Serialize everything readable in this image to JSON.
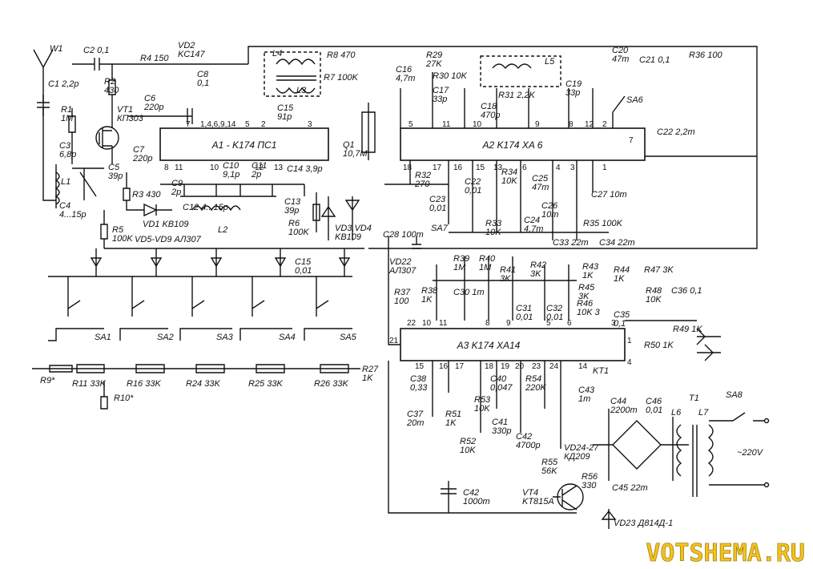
{
  "diagram": {
    "ics": [
      {
        "id": "a1",
        "label": "A1 - K174 ПС1"
      },
      {
        "id": "a2",
        "label": "A2 K174 XA 6"
      },
      {
        "id": "a3",
        "label": "A3  K174 XA14"
      }
    ],
    "pins": {
      "a1_top": [
        "7",
        "1,4,6,9,14",
        "5",
        "2",
        "3"
      ],
      "a1_bottom": [
        "8",
        "11",
        "10",
        "12",
        "13"
      ],
      "a2_top": [
        "5",
        "11",
        "10",
        "9",
        "8",
        "12",
        "2"
      ],
      "a2_right": [
        "7"
      ],
      "a2_bottom": [
        "18",
        "17",
        "16",
        "15",
        "13",
        "6",
        "4",
        "3",
        "1"
      ],
      "a3_top": [
        "22",
        "10",
        "11",
        "8",
        "9",
        "5",
        "6",
        "3"
      ],
      "a3_left": [
        "21"
      ],
      "a3_right": [
        "1",
        "4"
      ],
      "a3_bottom": [
        "15",
        "16",
        "17",
        "18",
        "19",
        "20",
        "23",
        "24",
        "14"
      ]
    },
    "components": [
      {
        "id": "w1",
        "label": "W1"
      },
      {
        "id": "c1",
        "label": "C1 2,2p"
      },
      {
        "id": "r1",
        "label": "R1\n1M"
      },
      {
        "id": "c2",
        "label": "C2 0,1"
      },
      {
        "id": "r2",
        "label": "R2\n430"
      },
      {
        "id": "vt1",
        "label": "VT1\nКП303"
      },
      {
        "id": "c3",
        "label": "C3\n6,8p"
      },
      {
        "id": "l1",
        "label": "L1"
      },
      {
        "id": "c4",
        "label": "C4\n4...15p"
      },
      {
        "id": "c5",
        "label": "C5\n39p"
      },
      {
        "id": "r3",
        "label": "R3 430"
      },
      {
        "id": "vd1",
        "label": "VD1 KB109"
      },
      {
        "id": "r4",
        "label": "R4 150"
      },
      {
        "id": "vd2",
        "label": "VD2\nKC147"
      },
      {
        "id": "c8",
        "label": "C8\n0,1"
      },
      {
        "id": "c6",
        "label": "C6\n220p"
      },
      {
        "id": "c7",
        "label": "C7\n220p"
      },
      {
        "id": "c9",
        "label": "C9\n2p"
      },
      {
        "id": "c10",
        "label": "C10\n9,1p"
      },
      {
        "id": "c11",
        "label": "C11\n2p"
      },
      {
        "id": "c12",
        "label": "C12 4...15p"
      },
      {
        "id": "l2",
        "label": "L2"
      },
      {
        "id": "c13",
        "label": "C13\n39p"
      },
      {
        "id": "c14",
        "label": "C14 3,9p"
      },
      {
        "id": "l4",
        "label": "L4"
      },
      {
        "id": "l3",
        "label": "L3"
      },
      {
        "id": "c15a",
        "label": "C15\n91p"
      },
      {
        "id": "r8",
        "label": "R8 470"
      },
      {
        "id": "r7",
        "label": "R7 100K"
      },
      {
        "id": "q1",
        "label": "Q1\n10,7M"
      },
      {
        "id": "r6",
        "label": "R6\n100K"
      },
      {
        "id": "vd34",
        "label": "VD3,VD4\nKB109"
      },
      {
        "id": "r5",
        "label": "R5\n100K"
      },
      {
        "id": "vd59",
        "label": "VD5-VD9 АЛ307"
      },
      {
        "id": "c15b",
        "label": "C15\n0,01"
      },
      {
        "id": "sa1",
        "label": "SA1"
      },
      {
        "id": "sa2",
        "label": "SA2"
      },
      {
        "id": "sa3",
        "label": "SA3"
      },
      {
        "id": "sa4",
        "label": "SA4"
      },
      {
        "id": "sa5",
        "label": "SA5"
      },
      {
        "id": "r9",
        "label": "R9*"
      },
      {
        "id": "r10",
        "label": "R10*"
      },
      {
        "id": "r11",
        "label": "R11 33K"
      },
      {
        "id": "r16",
        "label": "R16 33K"
      },
      {
        "id": "r24",
        "label": "R24 33K"
      },
      {
        "id": "r25",
        "label": "R25 33K"
      },
      {
        "id": "r26",
        "label": "R26 33K"
      },
      {
        "id": "r27",
        "label": "R27\n1K"
      },
      {
        "id": "r29",
        "label": "R29\n27K"
      },
      {
        "id": "c16",
        "label": "C16\n4,7m"
      },
      {
        "id": "r30",
        "label": "R30 10K"
      },
      {
        "id": "c17",
        "label": "C17\n33p"
      },
      {
        "id": "l5",
        "label": "L5"
      },
      {
        "id": "r31",
        "label": "R31 2,2K"
      },
      {
        "id": "c18",
        "label": "C18\n470p"
      },
      {
        "id": "c19",
        "label": "C19\n33p"
      },
      {
        "id": "c20",
        "label": "C20\n47m"
      },
      {
        "id": "c21",
        "label": "C21 0,1"
      },
      {
        "id": "r36",
        "label": "R36 100"
      },
      {
        "id": "sa6",
        "label": "SA6"
      },
      {
        "id": "c22",
        "label": "C22 2,2m"
      },
      {
        "id": "r32",
        "label": "R32\n270"
      },
      {
        "id": "c22b",
        "label": "C22\n0,01"
      },
      {
        "id": "c23",
        "label": "C23\n0,01"
      },
      {
        "id": "r34",
        "label": "R34\n10K"
      },
      {
        "id": "r33",
        "label": "R33\n10K"
      },
      {
        "id": "c24",
        "label": "C24\n4,7m"
      },
      {
        "id": "c25",
        "label": "C25\n47m"
      },
      {
        "id": "c26",
        "label": "C26\n10m"
      },
      {
        "id": "c27",
        "label": "C27 10m"
      },
      {
        "id": "r35",
        "label": "R35 100K"
      },
      {
        "id": "c33",
        "label": "C33 22m"
      },
      {
        "id": "c34",
        "label": "C34 22m"
      },
      {
        "id": "c28",
        "label": "C28 100m"
      },
      {
        "id": "sa7",
        "label": "SA7"
      },
      {
        "id": "vd22",
        "label": "VD22\nАЛ307"
      },
      {
        "id": "r39",
        "label": "R39\n1M"
      },
      {
        "id": "r40",
        "label": "R40\n1M"
      },
      {
        "id": "r41",
        "label": "R41\n3K"
      },
      {
        "id": "r42",
        "label": "R42\n3K"
      },
      {
        "id": "r43",
        "label": "R43\n1K"
      },
      {
        "id": "r44",
        "label": "R44\n1K"
      },
      {
        "id": "r45",
        "label": "R45\n3K"
      },
      {
        "id": "r47",
        "label": "R47 3K"
      },
      {
        "id": "r48",
        "label": "R48\n10K"
      },
      {
        "id": "c36",
        "label": "C36 0,1"
      },
      {
        "id": "r37",
        "label": "R37\n100"
      },
      {
        "id": "r38",
        "label": "R38\n1K"
      },
      {
        "id": "c30",
        "label": "C30  1m"
      },
      {
        "id": "c31",
        "label": "C31\n0,01"
      },
      {
        "id": "c32",
        "label": "C32\n0,01"
      },
      {
        "id": "r46",
        "label": "R46\n10K 3"
      },
      {
        "id": "c35",
        "label": "C35\n0,1"
      },
      {
        "id": "r49",
        "label": "R49 1K"
      },
      {
        "id": "r50",
        "label": "R50 1K"
      },
      {
        "id": "c38",
        "label": "C38\n0,33"
      },
      {
        "id": "c40",
        "label": "C40\n0,047"
      },
      {
        "id": "r54",
        "label": "R54\n220K"
      },
      {
        "id": "kt1",
        "label": "KT1"
      },
      {
        "id": "r53",
        "label": "R53\n10K"
      },
      {
        "id": "c37",
        "label": "C37\n20m"
      },
      {
        "id": "r51",
        "label": "R51\n1K"
      },
      {
        "id": "c41",
        "label": "C41\n330p"
      },
      {
        "id": "c42b",
        "label": "C42\n4700p"
      },
      {
        "id": "r52",
        "label": "R52\n10K"
      },
      {
        "id": "c43",
        "label": "C43\n1m"
      },
      {
        "id": "c44",
        "label": "C44\n2200m"
      },
      {
        "id": "c46",
        "label": "C46\n0,01"
      },
      {
        "id": "l6",
        "label": "L6"
      },
      {
        "id": "t1",
        "label": "T1"
      },
      {
        "id": "l7",
        "label": "L7"
      },
      {
        "id": "sa8",
        "label": "SA8"
      },
      {
        "id": "vd2427",
        "label": "VD24-27\nКД209"
      },
      {
        "id": "r55",
        "label": "R55\n56K"
      },
      {
        "id": "r56",
        "label": "R56\n330"
      },
      {
        "id": "c45",
        "label": "C45 22m"
      },
      {
        "id": "vt4",
        "label": "VT4\nKT815A"
      },
      {
        "id": "c42",
        "label": "C42\n1000m"
      },
      {
        "id": "vd23",
        "label": "VD23 Д814Д-1"
      },
      {
        "id": "mains",
        "label": "~220V"
      }
    ],
    "watermark": "VOTSHEMA.RU"
  }
}
